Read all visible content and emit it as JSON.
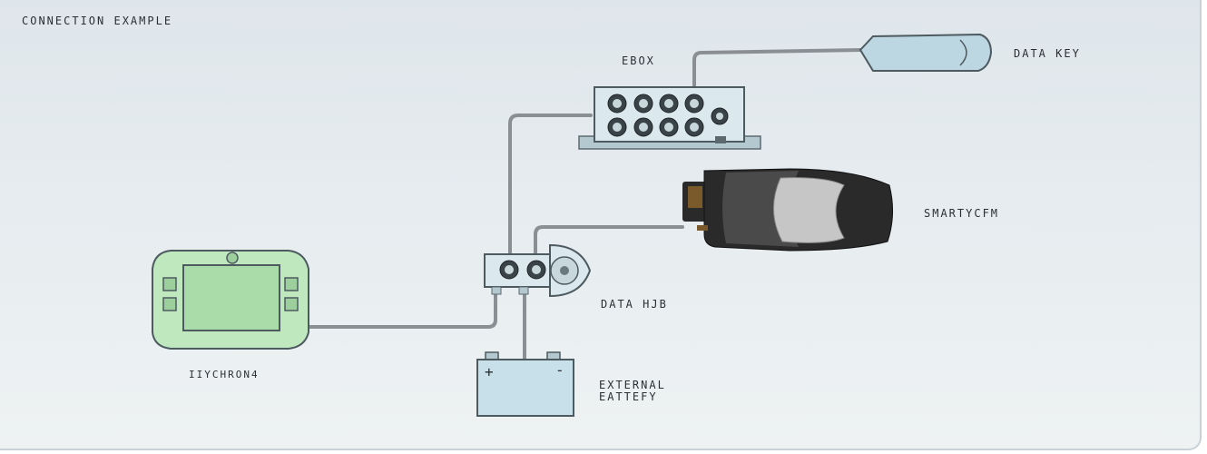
{
  "title": "CONNECTION EXAMPLE",
  "components": {
    "ebox": "EBOX",
    "data_key": "DATA KEY",
    "smartycam": "SMARTYCFM",
    "data_hub": "DATA HJB",
    "mychron": "IIYCHRON4",
    "battery": "EXTERNAL\nEATTEFY"
  },
  "battery_terminals": {
    "positive": "+",
    "negative": "-"
  },
  "colors": {
    "background": "#e4eaee",
    "cable": "#8a8f93",
    "ebox": "#dbe9ee",
    "data_key": "#bcd6e2",
    "mychron": "#bfe8bf",
    "battery": "#c7e0ea",
    "camera": "#2a2a2a"
  }
}
